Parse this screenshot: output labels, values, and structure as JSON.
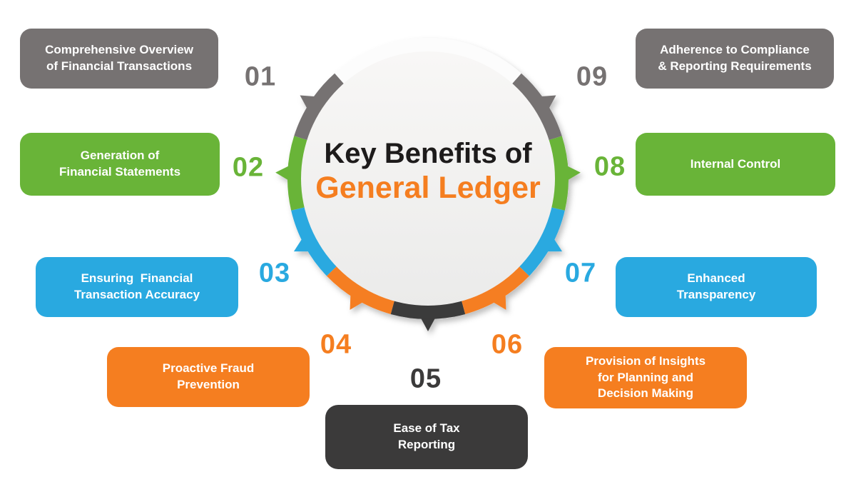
{
  "title": {
    "line1": "Key Benefits of",
    "line2": "General Ledger"
  },
  "colors": {
    "gray": "#767272",
    "green": "#69b438",
    "blue": "#29a9e0",
    "orange": "#f57e20",
    "dark": "#3b3a3a",
    "title_black": "#1d1b1b",
    "title_orange": "#f57e20",
    "ring_base": "#fcfcfc",
    "inner_top": "#f8f7f6",
    "inner_bottom": "#ebebea",
    "background": "#ffffff",
    "box_text": "#ffffff"
  },
  "items": [
    {
      "number": "01",
      "color_key": "gray",
      "lines": [
        "Comprehensive Overview",
        "of Financial Transactions"
      ]
    },
    {
      "number": "02",
      "color_key": "green",
      "lines": [
        "Generation of",
        "Financial Statements"
      ]
    },
    {
      "number": "03",
      "color_key": "blue",
      "lines": [
        "Ensuring  Financial",
        "Transaction Accuracy"
      ]
    },
    {
      "number": "04",
      "color_key": "orange",
      "lines": [
        "Proactive Fraud",
        "Prevention"
      ]
    },
    {
      "number": "05",
      "color_key": "dark",
      "lines": [
        "Ease of Tax",
        "Reporting"
      ]
    },
    {
      "number": "06",
      "color_key": "orange",
      "lines": [
        "Provision of Insights",
        "for Planning and",
        "Decision Making"
      ]
    },
    {
      "number": "07",
      "color_key": "blue",
      "lines": [
        "Enhanced",
        "Transparency"
      ]
    },
    {
      "number": "08",
      "color_key": "green",
      "lines": [
        "Internal Control"
      ]
    },
    {
      "number": "09",
      "color_key": "gray",
      "lines": [
        "Adherence to Compliance",
        "& Reporting Requirements"
      ]
    }
  ]
}
